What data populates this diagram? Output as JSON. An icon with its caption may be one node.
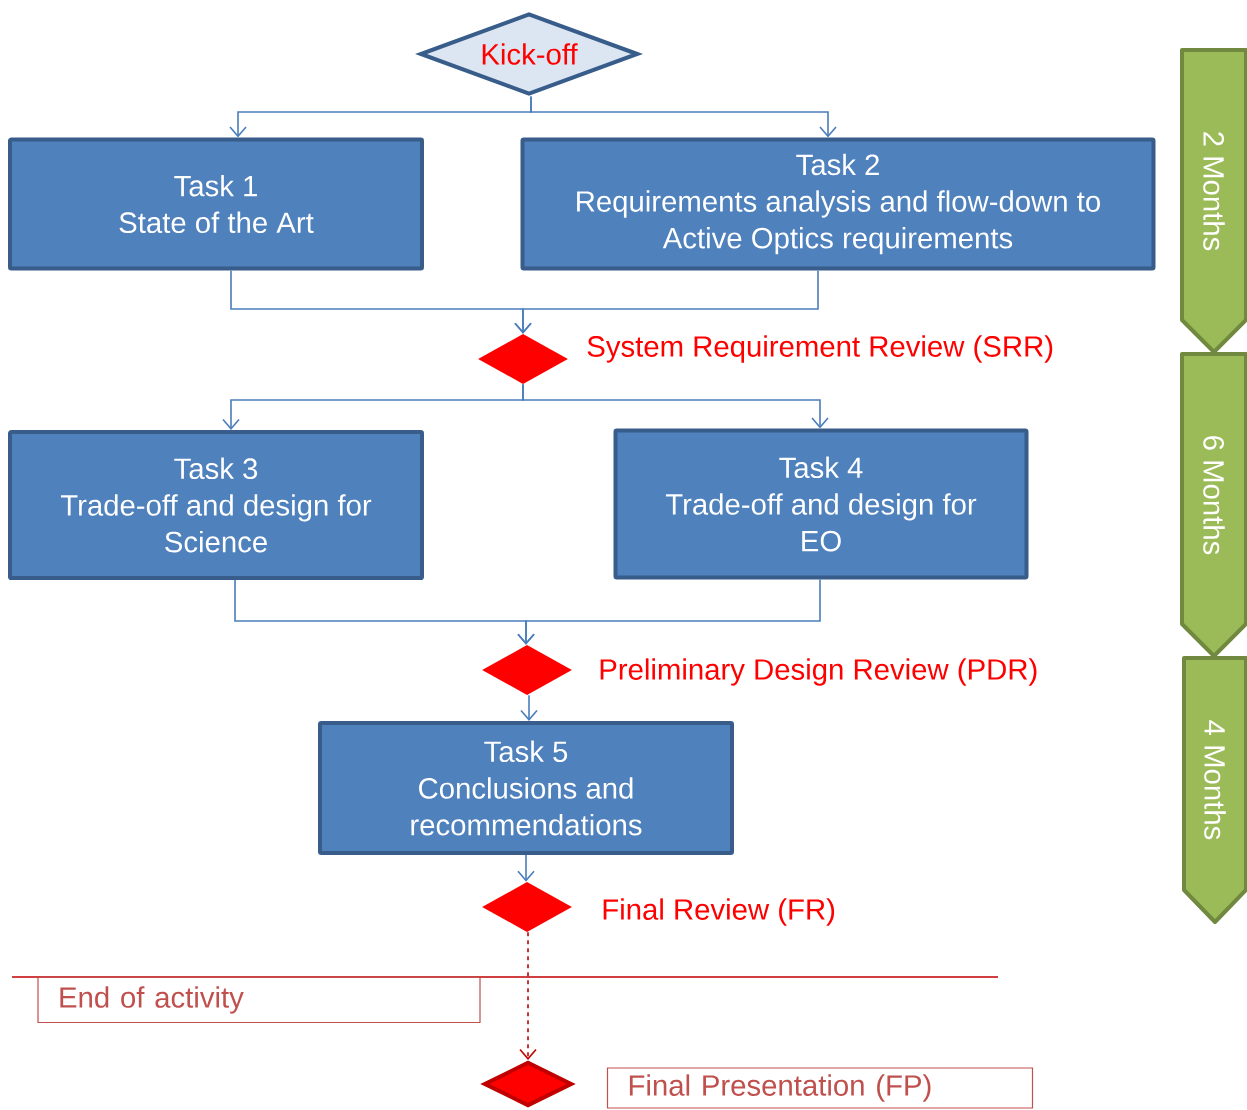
{
  "diagram": {
    "nodes": [
      {
        "text": [
          "Kick-off"
        ]
      },
      {
        "text": [
          "Task 1",
          "State of the Art"
        ]
      },
      {
        "text": [
          "Task 2",
          "Requirements analysis and flow-down to Active Optics requirements"
        ]
      },
      {
        "text": [],
        "shape": "diamond",
        "beside": [
          "System Requirement Review (SRR)"
        ]
      },
      {
        "text": [
          "Task 3",
          "Trade-off and design for Science"
        ]
      },
      {
        "text": [
          "Task 4",
          "Trade-off and design for EO"
        ]
      },
      {
        "text": [],
        "shape": "diamond",
        "beside": [
          "Preliminary Design Review (PDR)"
        ]
      },
      {
        "text": [
          "Task 5",
          "Conclusions and recommendations"
        ]
      },
      {
        "text": [],
        "shape": "diamond",
        "beside": [
          "Final Review (FR)"
        ]
      },
      {
        "text": [],
        "shape": "diamond"
      },
      {
        "text": [
          "End of activity"
        ]
      },
      {
        "text": [
          "Final Presentation (FP)"
        ]
      },
      {
        "text": [
          "2 Months"
        ]
      },
      {
        "text": [
          "6 Months"
        ]
      },
      {
        "text": [
          "4 Months"
        ]
      }
    ],
    "edges": [
      {
        "from": 0,
        "to": 1,
        "arrow": "to"
      },
      {
        "from": 0,
        "to": 2,
        "arrow": "to"
      },
      {
        "from": 1,
        "to": 3,
        "arrow": "to"
      },
      {
        "from": 2,
        "to": 3,
        "arrow": "to"
      },
      {
        "from": 3,
        "to": 4,
        "arrow": "to"
      },
      {
        "from": 3,
        "to": 5,
        "arrow": "to"
      },
      {
        "from": 4,
        "to": 6,
        "arrow": "to"
      },
      {
        "from": 5,
        "to": 6,
        "arrow": "to"
      },
      {
        "from": 6,
        "to": 7,
        "arrow": "to"
      },
      {
        "from": 7,
        "to": 8,
        "arrow": "to"
      },
      {
        "from": 8,
        "to": 9,
        "arrow": "to",
        "style": "dashed",
        "color": "#c00000"
      }
    ]
  }
}
